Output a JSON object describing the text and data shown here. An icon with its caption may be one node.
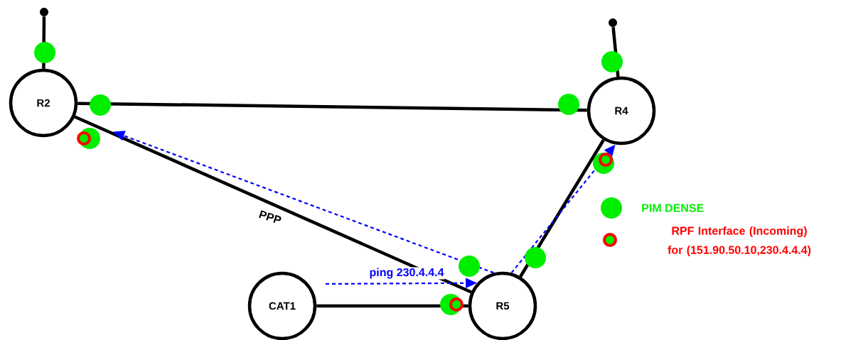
{
  "diagram": {
    "nodes": [
      {
        "text": [
          "R2"
        ]
      },
      {
        "text": [
          "R4"
        ]
      },
      {
        "text": [
          "CAT1"
        ]
      },
      {
        "text": [
          "R5"
        ]
      },
      {
        "text": [],
        "shape": "circle"
      },
      {
        "text": [],
        "shape": "circle"
      }
    ],
    "edges": [
      {
        "from": 0,
        "to": 1,
        "arrow": "none"
      },
      {
        "from": 0,
        "to": 3,
        "arrow": "none",
        "label": "PPP"
      },
      {
        "from": 2,
        "to": 3,
        "arrow": "none"
      },
      {
        "from": 1,
        "to": 3,
        "arrow": "none"
      },
      {
        "from": 4,
        "to": 0,
        "arrow": "none"
      },
      {
        "from": 5,
        "to": 1,
        "arrow": "none"
      },
      {
        "from": 3,
        "to": 0,
        "arrow": "to",
        "style": "dashed",
        "color": "#0000ff"
      },
      {
        "from": 3,
        "to": 1,
        "arrow": "to",
        "style": "dashed",
        "color": "#0000ff"
      },
      {
        "from": null,
        "to": 3,
        "arrow": "to",
        "style": "dashed",
        "color": "#0000ff",
        "label": "ping 230.4.4.4"
      }
    ],
    "legend": [
      {
        "text": "PIM DENSE",
        "color": "#00ee00"
      },
      {
        "text": "RPF Interface (Incoming) for (151.90.50.10,230.4.4.4)"
      }
    ]
  }
}
